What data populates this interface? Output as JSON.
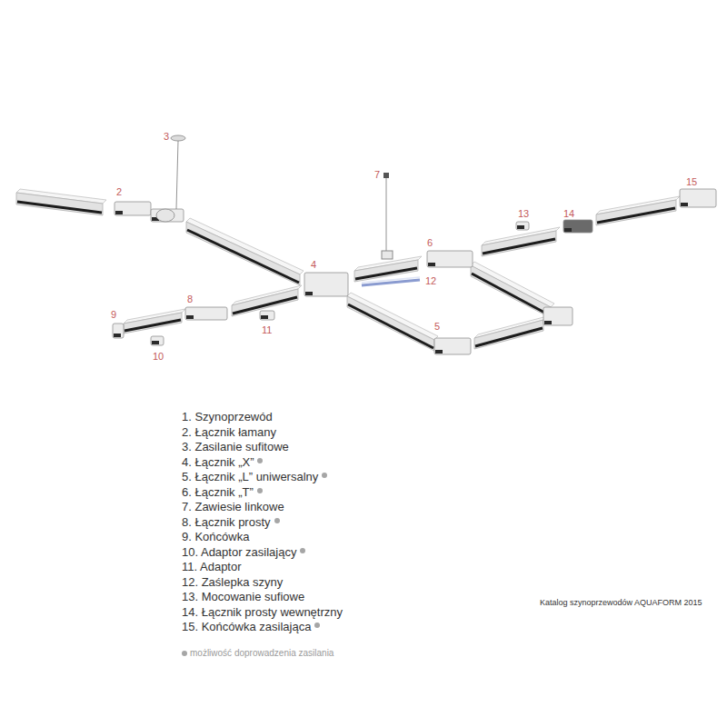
{
  "diagram": {
    "caption": "Katalog szynoprzewodów AQUAFORM 2015",
    "labels": [
      "3",
      "7",
      "15",
      "2",
      "13",
      "14",
      "6",
      "4",
      "12",
      "9",
      "8",
      "11",
      "10",
      "5",
      "1. Szynoprzewód",
      "2. Łącznik łamany",
      "3. Zasilanie sufitowe",
      "4. Łącznik „X”",
      "5. Łącznik „L” uniwersalny",
      "6. Łącznik „T”",
      "7. Zawiesie linkowe",
      "8. Łącznik prosty",
      "9. Końcówka",
      "10. Adaptor zasilający",
      "11. Adaptor",
      "12. Zaślepka szyny",
      "13. Mocowanie sufiowe",
      "14. Łącznik prosty wewnętrzny",
      "15. Końcówka zasilająca"
    ],
    "legend": [
      {
        "text": "możliwość doprowadzenia zasilania",
        "color": "#a6a6a6"
      }
    ]
  }
}
